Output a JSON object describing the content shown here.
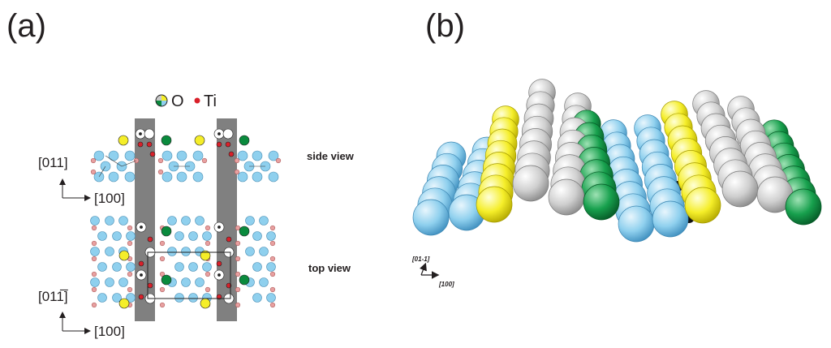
{
  "panel_a": {
    "label": "(a)",
    "legend": {
      "o_label": "O",
      "ti_label": "Ti"
    },
    "side_view": {
      "label": "side view",
      "axis_vertical": "[011]",
      "axis_horizontal": "[100]"
    },
    "top_view": {
      "label": "top view",
      "axis_vertical": "[011̅]",
      "axis_horizontal": "[100]"
    }
  },
  "panel_b": {
    "label": "(b)",
    "axis_vertical": "[01-1]",
    "axis_horizontal": "[100]"
  },
  "colors": {
    "O_blue": "#8fd0ee",
    "O_yellow": "#f5ee29",
    "O_grey": "#c9c9c9",
    "O_green": "#0a8a3d",
    "Ti_red": "#d9202a",
    "Ti_pink": "#e8a0a0",
    "highlight_bar": "#808080"
  }
}
